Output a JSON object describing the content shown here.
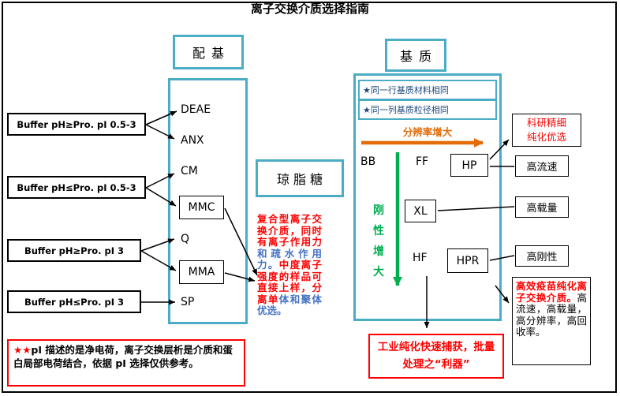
{
  "title": "离子交换介质选择指南",
  "ligand": {
    "header": "配基",
    "items": {
      "deae": "DEAE",
      "anx": "ANX",
      "cm": "CM",
      "mmc": "MMC",
      "q": "Q",
      "mma": "MMA",
      "sp": "SP"
    }
  },
  "buffer_rules": {
    "rule1": "Buffer pH≥Pro. pI 0.5-3",
    "rule2": "Buffer pH≤Pro. pI 0.5-3",
    "rule3": "Buffer pH≥Pro. pI 3",
    "rule4": "Buffer pH≤Pro. pI 3"
  },
  "agarose": {
    "label": "琼脂糖",
    "note_red1": "复合型离子交换介质，同时有离子作用力",
    "note_blue1": "和疏水作用力。",
    "note_red2": "中度离子强度的样品可直接上样，分离单",
    "note_blue2": "体和聚体优选。"
  },
  "matrix": {
    "header": "基质",
    "note_row": "★同一行基质材料相同",
    "note_col": "★同一列基质粒径相同",
    "resolution_label": "分辨率增大",
    "rigidity_label": "刚性增大",
    "cells": {
      "bb": "BB",
      "ff": "FF",
      "hp": "HP",
      "xl": "XL",
      "hf": "HF",
      "hpr": "HPR"
    }
  },
  "right_notes": {
    "research": "科研精细纯化优选",
    "high_flow": "高流速",
    "high_capacity": "高载量",
    "high_rigidity": "高刚性",
    "vaccine_title": "高效疫苗纯化离子交换介质。",
    "vaccine_detail": "高流速，高载量，高分辨率，高回收率。"
  },
  "bottom_notes": {
    "pi_stars": "★★",
    "pi_text": "pI 描述的是净电荷，离子交换层析是介质和蛋白局部电荷结合，依据 pI 选择仅供参考。",
    "industrial": "工业纯化快速捕获，批量处理之“利器”"
  },
  "colors": {
    "cyan": "#4BACC6",
    "red": "#FF0000",
    "orange": "#E36C09",
    "green": "#00B050",
    "navy": "#1F497D",
    "blue": "#4472C4"
  }
}
